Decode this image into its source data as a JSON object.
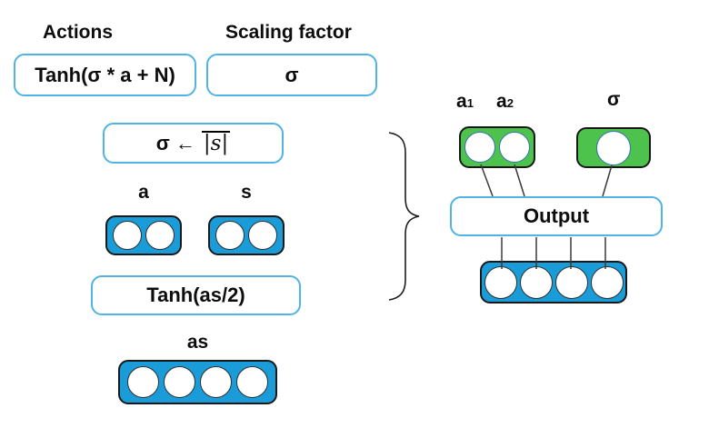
{
  "left_panel": {
    "actions_label": "Actions",
    "scaling_label": "Scaling factor",
    "actions_formula": "Tanh(σ * a + N)",
    "scaling_formula": "σ",
    "sigma_update": {
      "sigma_arrow": "σ ←",
      "bar": "|",
      "s_var": "s"
    },
    "a_label": "a",
    "s_label": "s",
    "tanh_formula": "Tanh(as/2)",
    "as_label": "as",
    "counts": {
      "a_units": 2,
      "s_units": 2,
      "as_units": 4
    }
  },
  "right_panel": {
    "a1_label": {
      "base": "a",
      "sub": "1"
    },
    "a2_label": {
      "base": "a",
      "sub": "2"
    },
    "sigma_label": "σ",
    "output_label": "Output",
    "counts": {
      "action_units": 2,
      "sigma_units": 1,
      "output_units": 4
    }
  },
  "colors": {
    "node_blue": "#1A9CD8",
    "node_green": "#4DC24D",
    "box_border_blue": "#4FB3E5",
    "connector_line": "#3a3a3a",
    "text": "#0d0d0d"
  }
}
